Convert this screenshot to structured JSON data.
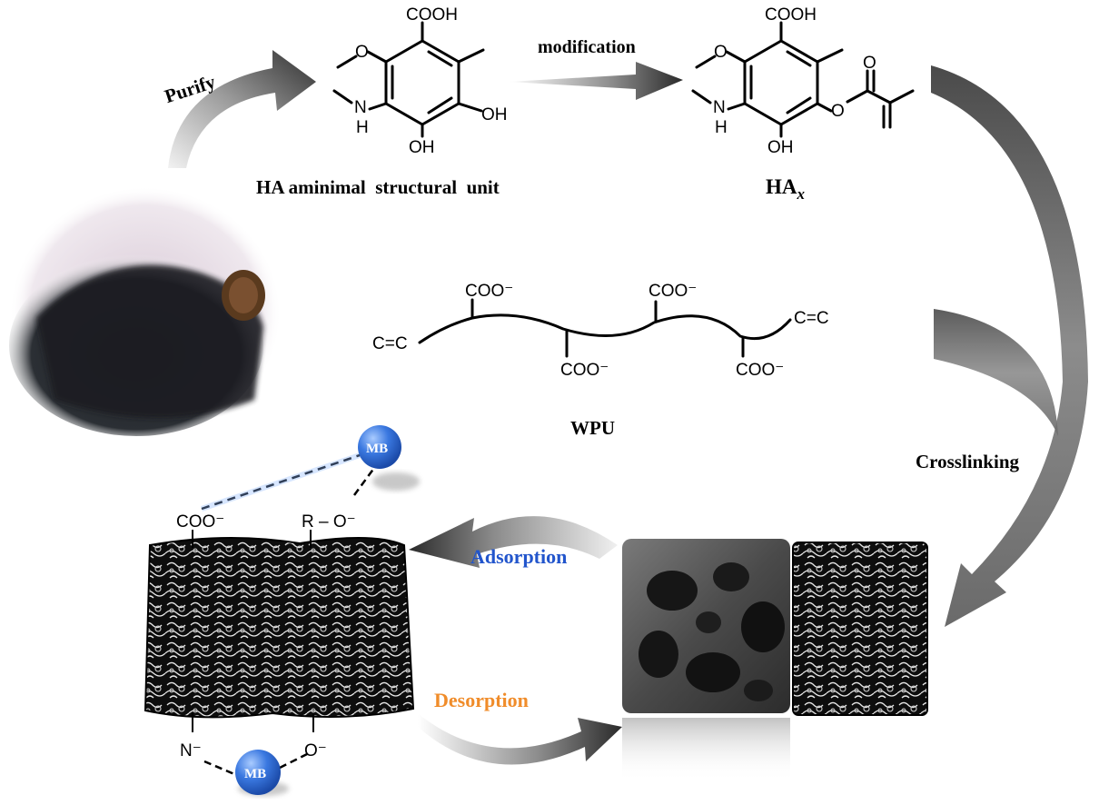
{
  "labels": {
    "purify": "Purify",
    "modification": "modification",
    "ha_unit": "HA aminimal  structural  unit",
    "hax_main": "HA",
    "hax_sub": "x",
    "wpu": "WPU",
    "crosslinking": "Crosslinking",
    "adsorption": "Adsorption",
    "desorption": "Desorption"
  },
  "chem": {
    "cooh": "COOH",
    "oh": "OH",
    "n": "N",
    "h": "H",
    "o": "O",
    "coo_minus": "COO⁻",
    "c_eq_c": "C=C",
    "r_o_minus": "R – O⁻",
    "n_minus": "N⁻",
    "o_minus": "O⁻",
    "mb": "MB"
  },
  "colors": {
    "adsorption": "#2255cc",
    "desorption": "#f08c2a",
    "mb_sphere": "#3a78e0",
    "arrow_dark": "#333333"
  }
}
